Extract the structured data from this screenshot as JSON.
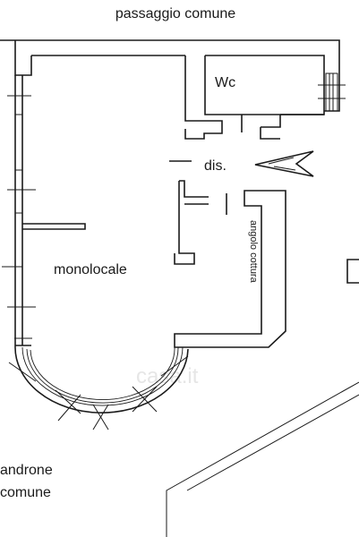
{
  "labels": {
    "passaggio": "passaggio comune",
    "wc": "Wc",
    "dis": "dis.",
    "angolo": "angolo cottura",
    "monolocale": "monolocale",
    "androne_1": "androne",
    "androne_2": "comune",
    "watermark": "casa.it"
  }
}
